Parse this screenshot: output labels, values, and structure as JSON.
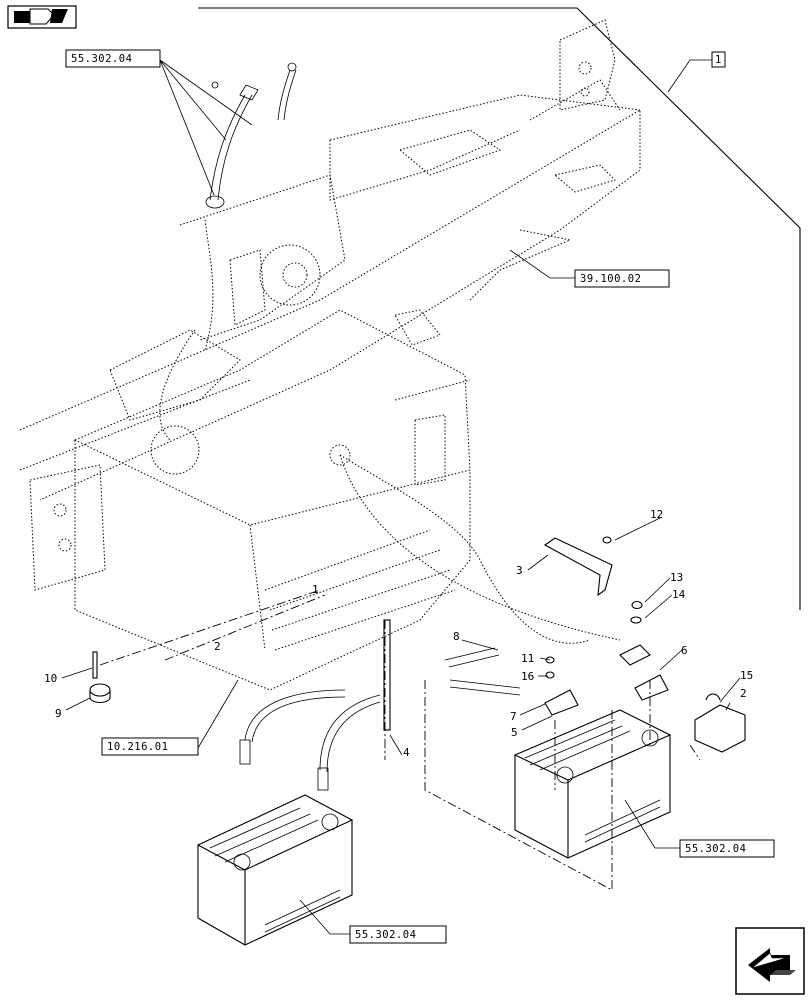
{
  "header": {
    "book_icon": "book-arrow-icon",
    "next_icon": "next-page-arrow-icon"
  },
  "references": {
    "top_left": "55.302.04",
    "top_right_box": "1",
    "middle_right": "39.100.02",
    "lower_left": "10.216.01",
    "battery_right": "55.302.04",
    "battery_left": "55.302.04"
  },
  "callouts": {
    "c1": "1",
    "c2": "2",
    "c3": "3",
    "c4": "4",
    "c5": "5",
    "c6": "6",
    "c7": "7",
    "c8": "8",
    "c9": "9",
    "c10": "10",
    "c11": "11",
    "c12": "12",
    "c13": "13",
    "c14": "14",
    "c15": "15",
    "c16": "16",
    "c2b": "2"
  }
}
